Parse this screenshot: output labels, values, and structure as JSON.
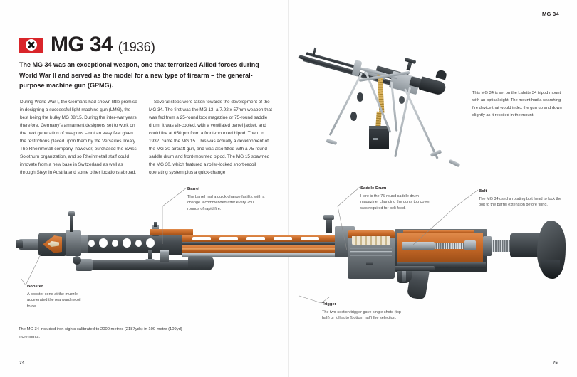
{
  "page": {
    "running_head": "MG 34",
    "folio_left": "74",
    "folio_right": "75"
  },
  "title": {
    "name": "MG 34",
    "year": "(1936)",
    "flag_icon": "nazi-flag-icon",
    "flag_color": "#d9252a"
  },
  "standfirst": "The MG 34 was an exceptional weapon, one that terrorized Allied forces during World War II and served as the model for a new type of firearm – the general-purpose machine gun (GPMG).",
  "body": {
    "column_1": "During World War I, the Germans had shown little promise in designing a successful light machine gun (LMG), the best being the bulky MG 08/15. During the inter-war years, therefore, Germany’s armament designers set to work on the next generation of weapons – not an easy feat given the restrictions placed upon them by the Versailles Treaty. The Rheinmetall company, however, purchased the Swiss Solothurn organization, and so Rheinmetall staff could innovate from a new base in Switzerland as well as through Steyr in Austria and some other locations abroad.",
    "column_2": "Several steps were taken towards the development of the MG 34. The first was the MG 13, a 7.92 x 57mm weapon that was fed from a 25-round box magazine or 75-round saddle drum. It was air-cooled, with a ventilated barrel jacket, and could fire at 650rpm from a front-mounted bipod. Then, in 1932, came the MG 15. This was actually a development of the MG 30 aircraft gun, and was also fitted with a 75-round saddle drum and front-mounted bipod. The MG 15 spawned the MG 30, which featured a roller-locked short-recoil operating system plus a quick-change"
  },
  "captions": {
    "mount": "This MG 34 is set on the Lafette 34 tripod mount with an optical sight. The mount had a searching fire device that would index the gun up and down slightly as it recoiled in the mount."
  },
  "callouts": [
    {
      "id": "barrel",
      "title": "Barrel",
      "text": "The barrel had a quick-change facility, with a change recommended after every 250 rounds of rapid fire."
    },
    {
      "id": "saddle-drum",
      "title": "Saddle Drum",
      "text": "Here is the 75-round saddle drum magazine; changing the gun’s top cover was required for belt feed."
    },
    {
      "id": "bolt",
      "title": "Bolt",
      "text": "The MG 34 used a rotating bolt head to lock the bolt to the barrel extension before firing."
    },
    {
      "id": "booster",
      "title": "Booster",
      "text": "A booster cone at the muzzle accelerated the rearward recoil force."
    },
    {
      "id": "trigger",
      "title": "Trigger",
      "text": "The two-section trigger gave single shots (top half) or full auto (bottom half) fire selection."
    }
  ],
  "footnote": "The MG 34 included iron sights calibrated to 2000 metres (2187yds) in 100 metre (109yd) increments.",
  "illustrations": {
    "tripod": "mg34-on-lafette-34-tripod-photograph",
    "cutaway": "mg34-full-length-cutaway-illustration"
  }
}
